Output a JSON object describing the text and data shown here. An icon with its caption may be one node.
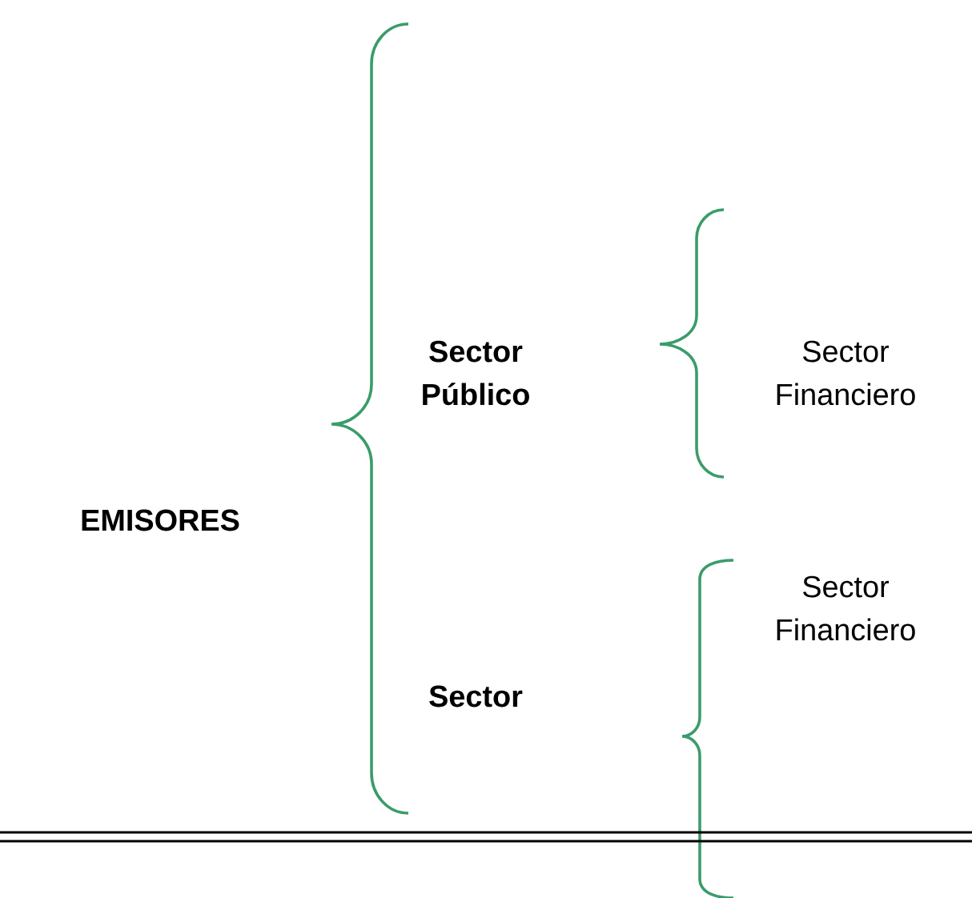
{
  "diagram": {
    "labels": [
      "EMISORES",
      "Sector Público",
      "Sector Financiero",
      "Sector Financiero",
      "Sector"
    ]
  }
}
